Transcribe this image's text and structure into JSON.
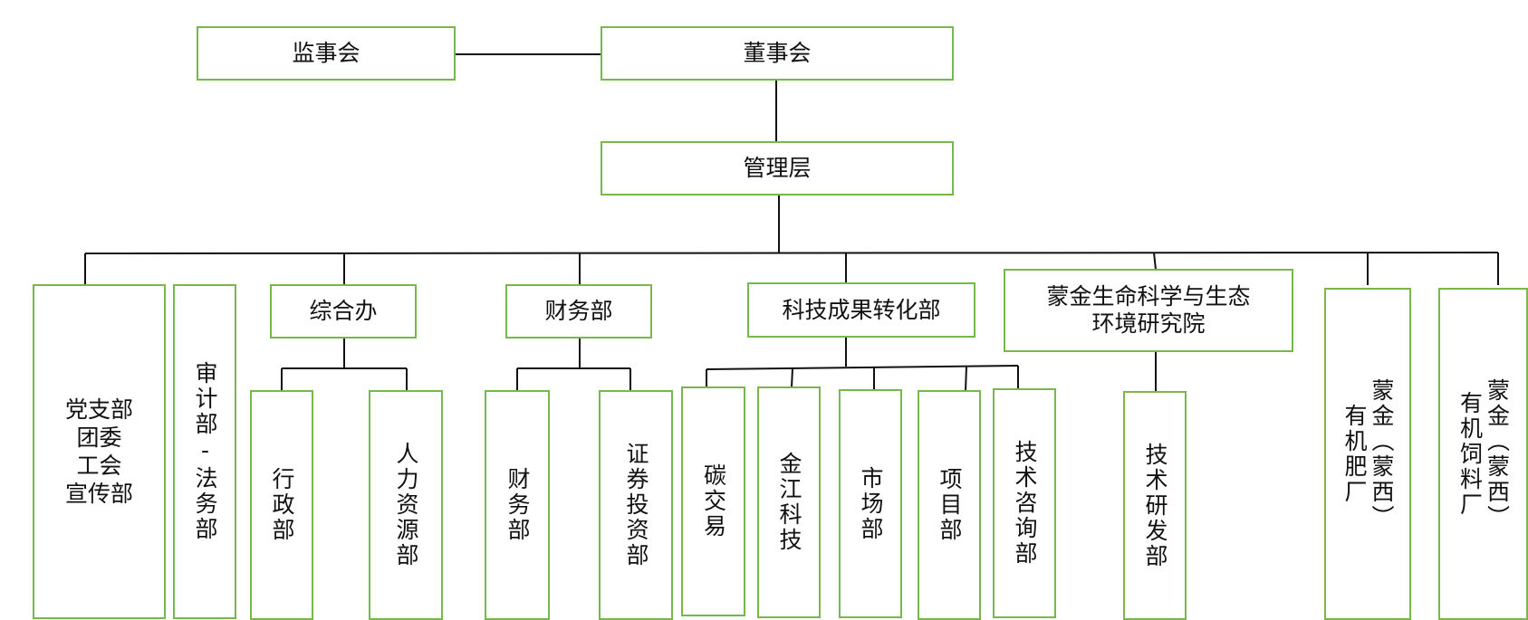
{
  "nodes": {
    "supervisory_board": "监事会",
    "board_of_directors": "董事会",
    "management": "管理层",
    "party_branch": "党支部\n团委\n工会\n宣传部",
    "audit_legal": "审计部-法务部",
    "general_office": "综合办",
    "admin_dept": "行政部",
    "hr_dept": "人力资源部",
    "finance_top": "财务部",
    "finance_dept": "财务部",
    "securities_dept": "证券投资部",
    "tech_transfer": "科技成果转化部",
    "carbon_trading": "碳交易",
    "jinjiang_tech": "金江科技",
    "market_dept": "市场部",
    "project_dept": "项目部",
    "tech_consult": "技术咨询部",
    "research_institute": "蒙金生命科学与生态\n环境研究院",
    "rd_dept": "技术研发部",
    "fertilizer_plant": "蒙金（蒙西）\n有机肥厂",
    "feed_plant": "蒙金（蒙西）\n有机饲料厂"
  },
  "colors": {
    "box_border": "#77b84a",
    "line": "#111111"
  }
}
